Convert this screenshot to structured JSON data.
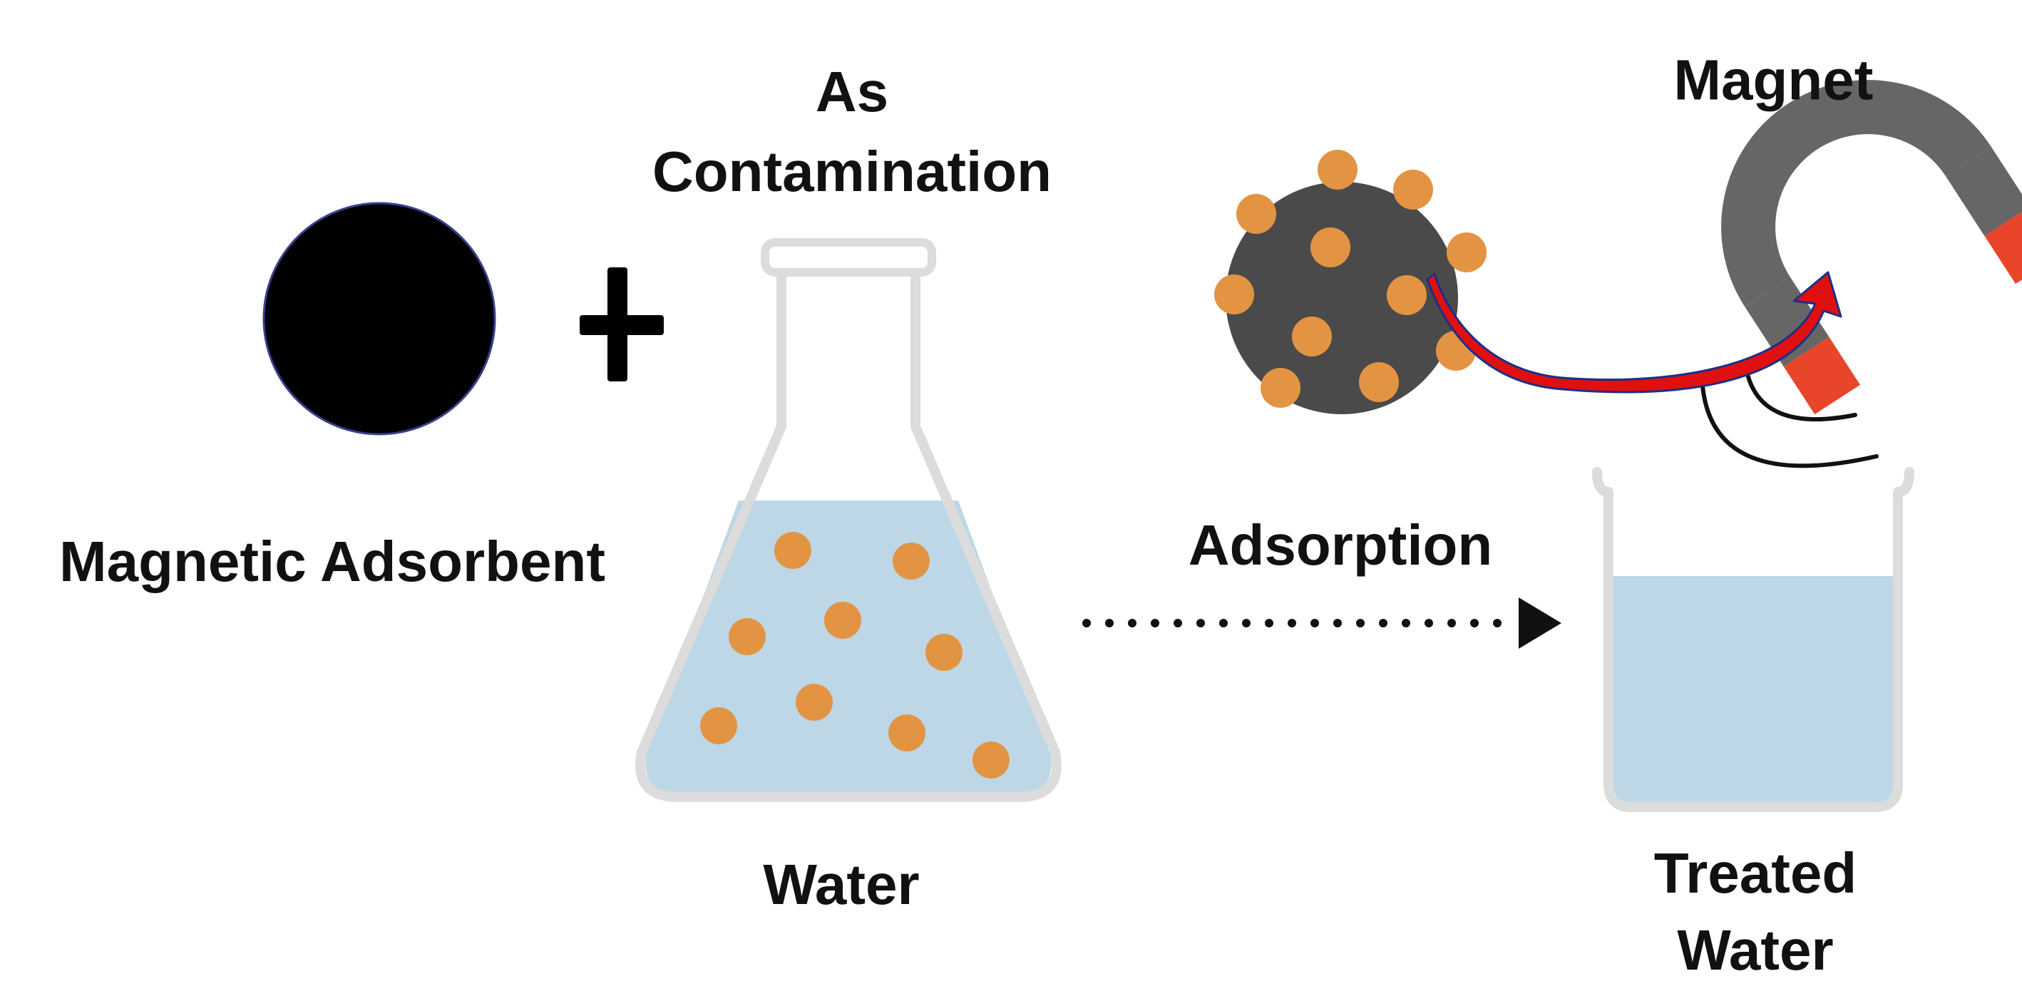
{
  "labels": {
    "adsorbent": "Magnetic Adsorbent",
    "contamination_line1": "As",
    "contamination_line2": "Contamination",
    "water": "Water",
    "adsorption": "Adsorption",
    "magnet": "Magnet",
    "treated_line1": "Treated",
    "treated_line2": "Water"
  },
  "colors": {
    "adsorbent": "#000000",
    "adsorbent_outline": "#3a3f8f",
    "loaded_particle": "#4a4a4a",
    "contaminant": "#e39443",
    "water": "#bdd7e7",
    "glass": "#dcdcdc",
    "magnet_body": "#666666",
    "magnet_pole": "#e8452a",
    "arrow": "#e0100f",
    "arrow_edge": "#1a2f8a"
  },
  "icons": {
    "plus": "plus-icon",
    "flask": "erlenmeyer-flask-icon",
    "beaker": "beaker-icon",
    "magnet": "horseshoe-magnet-icon",
    "process_arrow": "dotted-arrow-icon"
  }
}
